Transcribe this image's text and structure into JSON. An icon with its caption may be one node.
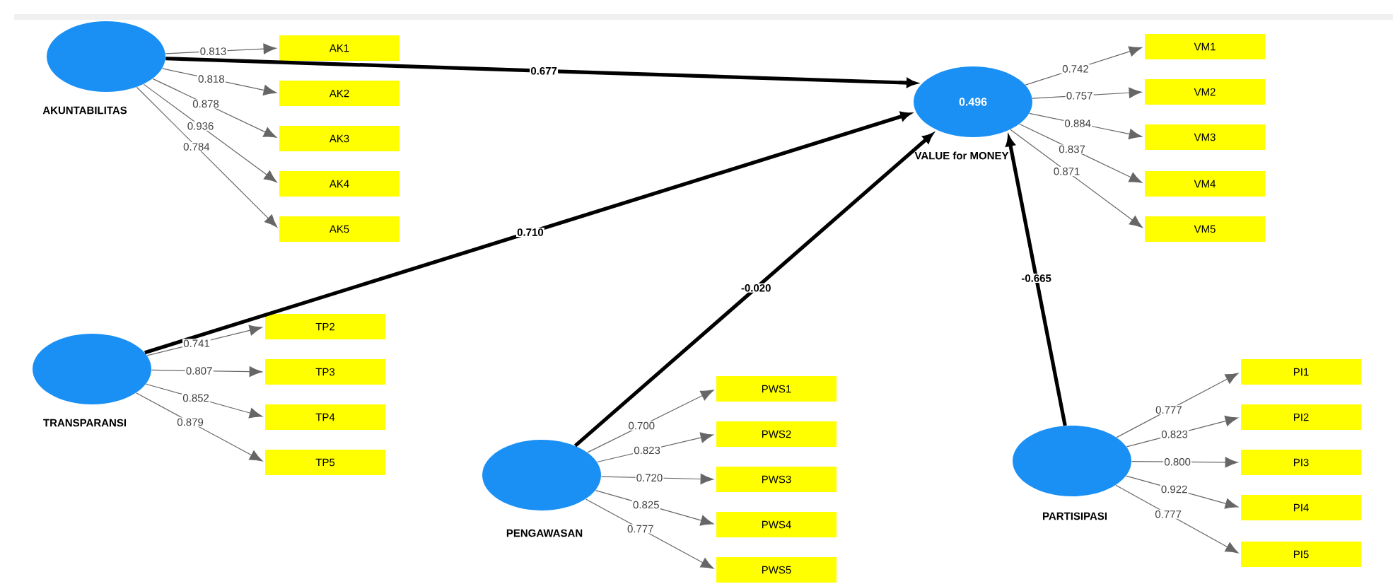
{
  "diagram": {
    "nodes": [
      {
        "text": [
          "AKUNTABILITAS"
        ]
      },
      {
        "text": [
          "AK1"
        ]
      },
      {
        "text": [
          "AK2"
        ]
      },
      {
        "text": [
          "AK3"
        ]
      },
      {
        "text": [
          "AK4"
        ]
      },
      {
        "text": [
          "AK5"
        ]
      },
      {
        "text": [
          "0.496",
          "VALUE for MONEY"
        ]
      },
      {
        "text": [
          "VM1"
        ]
      },
      {
        "text": [
          "VM2"
        ]
      },
      {
        "text": [
          "VM3"
        ]
      },
      {
        "text": [
          "VM4"
        ]
      },
      {
        "text": [
          "VM5"
        ]
      },
      {
        "text": [
          "TRANSPARANSI"
        ]
      },
      {
        "text": [
          "TP2"
        ]
      },
      {
        "text": [
          "TP3"
        ]
      },
      {
        "text": [
          "TP4"
        ]
      },
      {
        "text": [
          "TP5"
        ]
      },
      {
        "text": [
          "PENGAWASAN"
        ]
      },
      {
        "text": [
          "PWS1"
        ]
      },
      {
        "text": [
          "PWS2"
        ]
      },
      {
        "text": [
          "PWS3"
        ]
      },
      {
        "text": [
          "PWS4"
        ]
      },
      {
        "text": [
          "PWS5"
        ]
      },
      {
        "text": [
          "PARTISIPASI"
        ]
      },
      {
        "text": [
          "PI1"
        ]
      },
      {
        "text": [
          "PI2"
        ]
      },
      {
        "text": [
          "PI3"
        ]
      },
      {
        "text": [
          "PI4"
        ]
      },
      {
        "text": [
          "PI5"
        ]
      }
    ],
    "edges": [
      {
        "from": 0,
        "to": 1,
        "arrow": "to",
        "label": "0.813"
      },
      {
        "from": 0,
        "to": 2,
        "arrow": "to",
        "label": "0.818"
      },
      {
        "from": 0,
        "to": 3,
        "arrow": "to",
        "label": "0.878"
      },
      {
        "from": 0,
        "to": 4,
        "arrow": "to",
        "label": "0.936"
      },
      {
        "from": 0,
        "to": 5,
        "arrow": "to",
        "label": "0.784"
      },
      {
        "from": 6,
        "to": 7,
        "arrow": "to",
        "label": "0.742"
      },
      {
        "from": 6,
        "to": 8,
        "arrow": "to",
        "label": "0.757"
      },
      {
        "from": 6,
        "to": 9,
        "arrow": "to",
        "label": "0.884"
      },
      {
        "from": 6,
        "to": 10,
        "arrow": "to",
        "label": "0.837"
      },
      {
        "from": 6,
        "to": 11,
        "arrow": "to",
        "label": "0.871"
      },
      {
        "from": 12,
        "to": 13,
        "arrow": "to",
        "label": "0.741"
      },
      {
        "from": 12,
        "to": 14,
        "arrow": "to",
        "label": "0.807"
      },
      {
        "from": 12,
        "to": 15,
        "arrow": "to",
        "label": "0.852"
      },
      {
        "from": 12,
        "to": 16,
        "arrow": "to",
        "label": "0.879"
      },
      {
        "from": 17,
        "to": 18,
        "arrow": "to",
        "label": "0.700"
      },
      {
        "from": 17,
        "to": 19,
        "arrow": "to",
        "label": "0.823"
      },
      {
        "from": 17,
        "to": 20,
        "arrow": "to",
        "label": "0.720"
      },
      {
        "from": 17,
        "to": 21,
        "arrow": "to",
        "label": "0.825"
      },
      {
        "from": 17,
        "to": 22,
        "arrow": "to",
        "label": "0.777"
      },
      {
        "from": 23,
        "to": 24,
        "arrow": "to",
        "label": "0.777"
      },
      {
        "from": 23,
        "to": 25,
        "arrow": "to",
        "label": "0.823"
      },
      {
        "from": 23,
        "to": 26,
        "arrow": "to",
        "label": "0.800"
      },
      {
        "from": 23,
        "to": 27,
        "arrow": "to",
        "label": "0.922"
      },
      {
        "from": 23,
        "to": 28,
        "arrow": "to",
        "label": "0.777"
      },
      {
        "from": 0,
        "to": 6,
        "arrow": "to",
        "label": "0.677",
        "style": "thick",
        "color": "#000000"
      },
      {
        "from": 12,
        "to": 6,
        "arrow": "to",
        "label": "0.710",
        "style": "thick",
        "color": "#000000"
      },
      {
        "from": 17,
        "to": 6,
        "arrow": "to",
        "label": "-0.020",
        "style": "thick",
        "color": "#000000"
      },
      {
        "from": 23,
        "to": 6,
        "arrow": "to",
        "label": "-0.665",
        "style": "thick",
        "color": "#000000"
      }
    ]
  }
}
